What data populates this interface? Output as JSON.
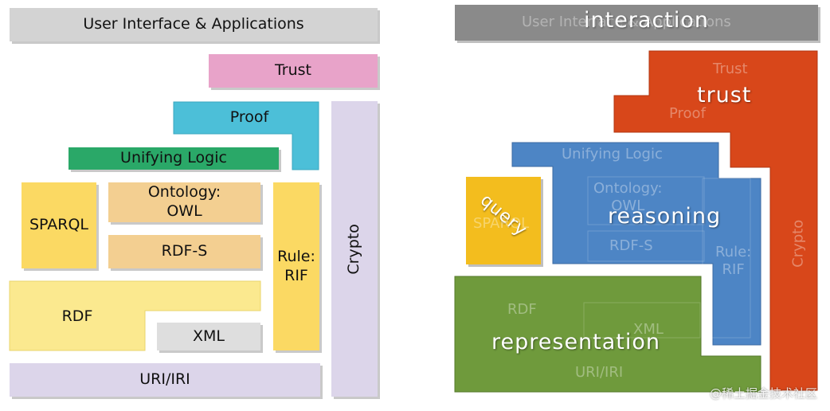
{
  "left_stack": {
    "ui_apps": "User Interface & Applications",
    "trust": "Trust",
    "proof": "Proof",
    "unifying_logic": "Unifying Logic",
    "ontology": "Ontology:\nOWL",
    "sparql": "SPARQL",
    "rdfs": "RDF-S",
    "rule": "Rule:\nRIF",
    "crypto": "Crypto",
    "rdf": "RDF",
    "xml": "XML",
    "uri": "URI/IRI"
  },
  "right_stack": {
    "interaction": "interaction",
    "trust": "trust",
    "query": "query",
    "reasoning": "reasoning",
    "representation": "representation"
  },
  "colors": {
    "gray_light": "#d3d3d3",
    "pink": "#e8a3c9",
    "cyan": "#4cbfd8",
    "green": "#2aa868",
    "tan": "#f3cf91",
    "yellow": "#fbd963",
    "lavender": "#dcd5ea",
    "xml_gray": "#dedede",
    "right_gray": "#8a8a8a",
    "right_red": "#d8471a",
    "right_blue": "#4d85c5",
    "right_yellow": "#f3bd1e",
    "right_green": "#6f9a3c"
  },
  "watermark": "@稀土掘金技术社区"
}
